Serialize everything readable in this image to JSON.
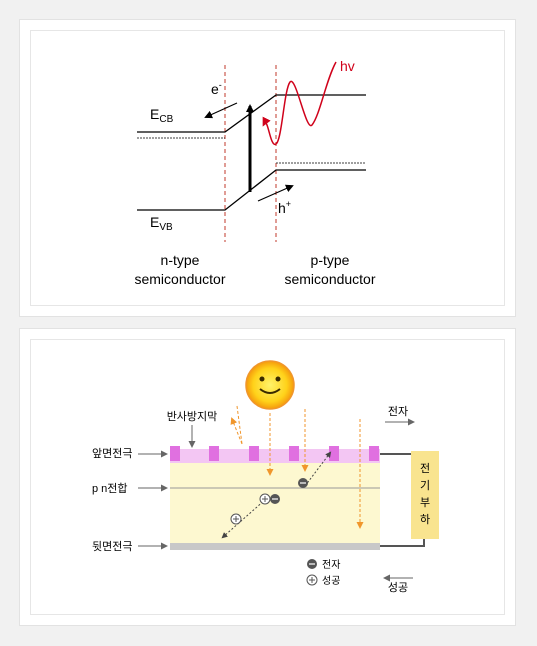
{
  "band_diagram": {
    "electron_label": "e",
    "electron_sup": "-",
    "photon_label": "hv",
    "ecb_main": "E",
    "ecb_sub": "CB",
    "evb_main": "E",
    "evb_sub": "VB",
    "hole_label": "h",
    "hole_sup": "+",
    "n_type_line1": "n-type",
    "n_type_line2": "semiconductor",
    "p_type_line1": "p-type",
    "p_type_line2": "semiconductor"
  },
  "solar_cell": {
    "anti_reflection": "반사방지막",
    "front_electrode": "앞면전극",
    "pn_junction": "p n전합",
    "back_electrode": "뒷면전극",
    "electron_top": "전자",
    "hole_bottom": "성공",
    "load": [
      "전",
      "기",
      "부",
      "하"
    ],
    "legend_electron": "전자",
    "legend_hole": "성공",
    "colors": {
      "cell": "#fdf8d0",
      "front_layer": "#f3c6f3",
      "electrode": "#e070e0",
      "back": "#c8c8c8",
      "load": "#f9e48f",
      "ray": "#f0962c",
      "sun": "#ffd21a"
    }
  }
}
